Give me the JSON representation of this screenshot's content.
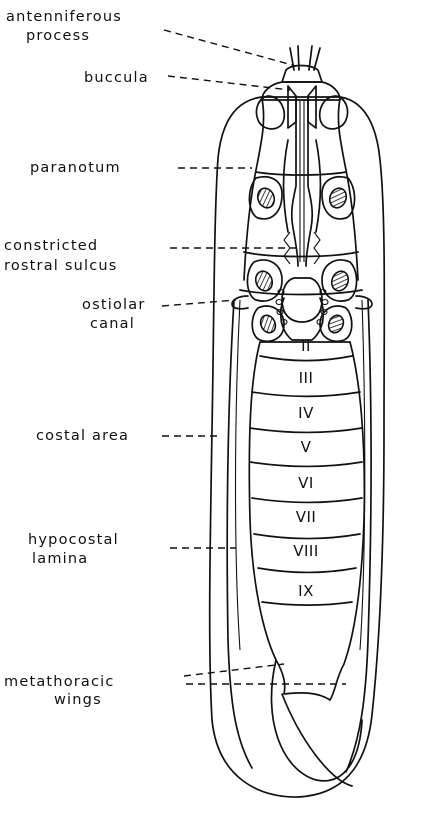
{
  "figure": {
    "labels": {
      "antenniferous": [
        "antenniferous",
        "process"
      ],
      "buccula": "buccula",
      "paranotum": "paranotum",
      "rostral_sulcus": [
        "constricted",
        "rostral sulcus"
      ],
      "ostiolar_canal": [
        "ostiolar",
        "canal"
      ],
      "costal_area": "costal area",
      "hypocostal_lamina": [
        "hypocostal",
        "lamina"
      ],
      "metathoracic_wings": [
        "metathoracic",
        "wings"
      ]
    },
    "segments": [
      "II",
      "III",
      "IV",
      "V",
      "VI",
      "VII",
      "VIII",
      "IX"
    ]
  }
}
